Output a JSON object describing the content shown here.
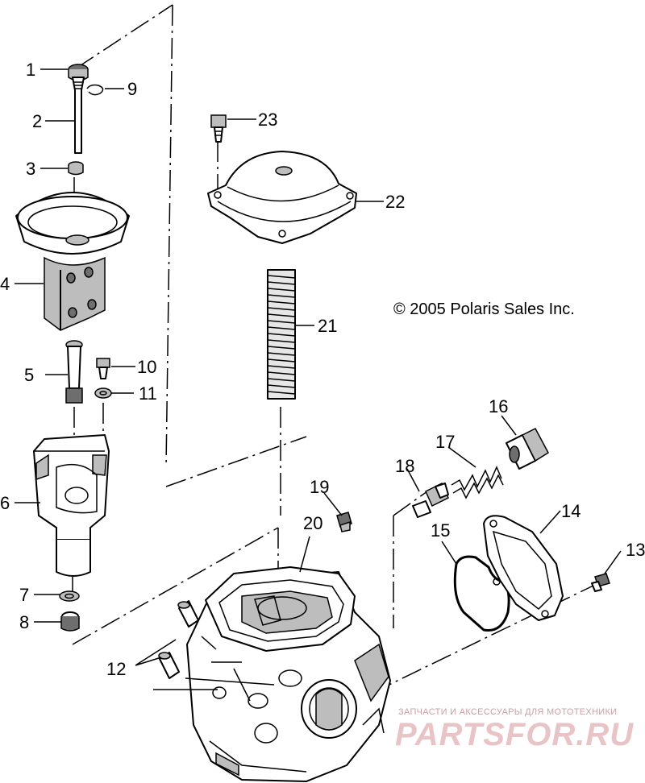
{
  "copyright": "© 2005 Polaris Sales Inc.",
  "watermark": {
    "caption": "ЗАПЧАСТИ И АКСЕССУАРЫ ДЛЯ МОТОТЕХНИКИ",
    "brand": "PARTSFOR.RU"
  },
  "callouts": [
    "1",
    "2",
    "3",
    "4",
    "5",
    "6",
    "7",
    "8",
    "9",
    "10",
    "11",
    "12",
    "13",
    "14",
    "15",
    "16",
    "17",
    "18",
    "19",
    "20",
    "21",
    "22",
    "23"
  ]
}
